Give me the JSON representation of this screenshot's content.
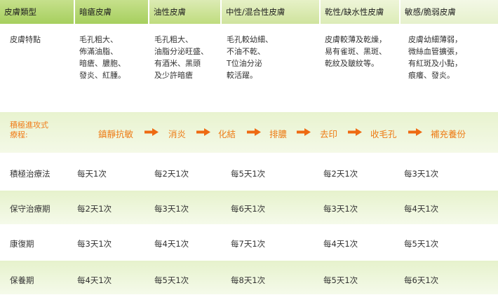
{
  "header": {
    "type_label": "皮膚類型",
    "types": [
      "暗瘡皮膚",
      "油性皮膚",
      "中性/混合性皮膚",
      "乾性/缺水性皮膚",
      "敏感/脆弱皮膚"
    ]
  },
  "features": {
    "label": "皮膚特點",
    "columns": [
      [
        "毛孔粗大、",
        "佈滿油脂、",
        "暗瘡、膿胞、",
        "發炎、紅腫。"
      ],
      [
        "毛孔粗大、",
        "油脂分泌旺盛、",
        "有酒米、黑頭",
        "及少許暗瘡"
      ],
      [
        "毛孔較幼細、",
        "不油不乾、",
        "T位油分泌",
        "較活躍。"
      ],
      [
        "皮膚較薄及乾燥，",
        "易有雀斑、黑斑、",
        "乾紋及皺紋等。"
      ],
      [
        "皮膚幼細薄弱，",
        "微絲血管擴張，",
        "有紅斑及小點，",
        "痕癢、發炎。"
      ]
    ]
  },
  "process": {
    "label_line1": "積極進攻式",
    "label_line2": "療程:",
    "steps": [
      "鎮靜抗敏",
      "消炎",
      "化結",
      "排膿",
      "去印",
      "收毛孔",
      "補充養份"
    ],
    "arrow_color": "#ee6a12"
  },
  "schedule": [
    {
      "label": "積極治療法",
      "values": [
        "每天1次",
        "每2天1次",
        "每5天1次",
        "每2天1次",
        "每3天1次"
      ]
    },
    {
      "label": "保守治療期",
      "values": [
        "每2天1次",
        "每3天1次",
        "每6天1次",
        "每3天1次",
        "每4天1次"
      ]
    },
    {
      "label": "康復期",
      "values": [
        "每3天1次",
        "每4天1次",
        "每7天1次",
        "每4天1次",
        "每5天1次"
      ]
    },
    {
      "label": "保養期",
      "values": [
        "每4天1次",
        "每5天1次",
        "每8天1次",
        "每5天1次",
        "每6天1次"
      ]
    }
  ],
  "colors": {
    "header_green": "#a6cf5e",
    "band_green": "#e6f2cc",
    "process_orange": "#ee7b15"
  }
}
